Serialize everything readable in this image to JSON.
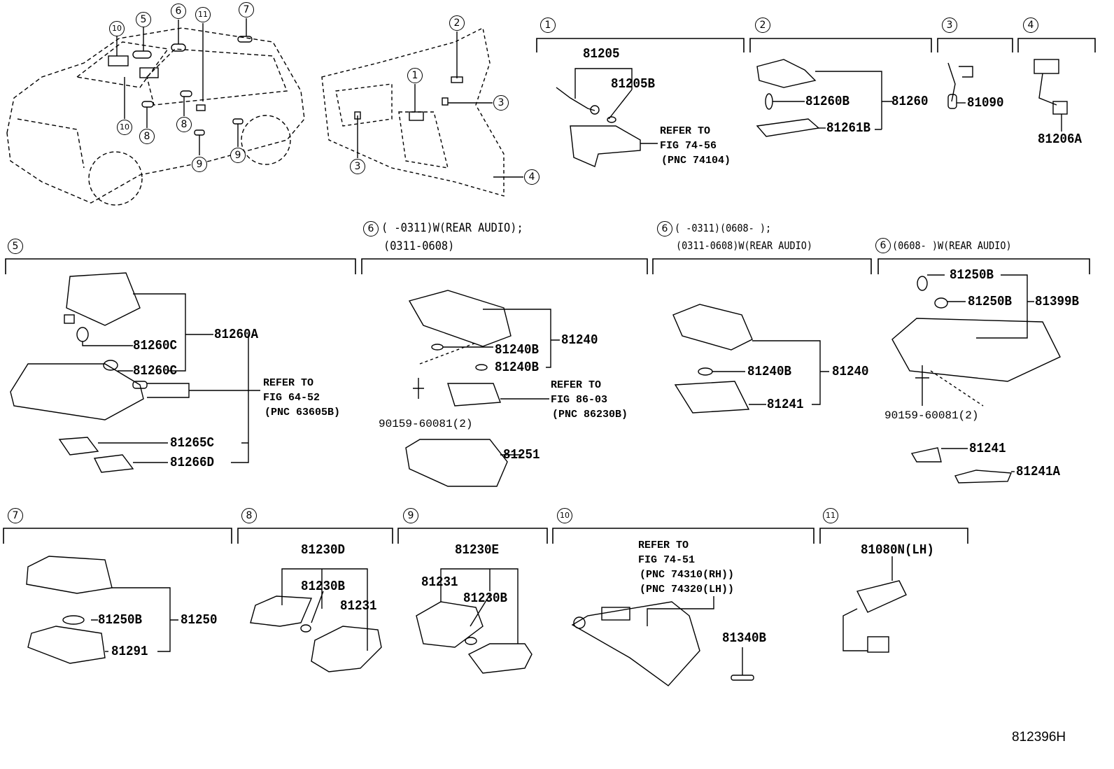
{
  "diagram_code": "812396H",
  "overview": {
    "car_callouts": [
      "10",
      "5",
      "6",
      "11",
      "7",
      "10",
      "8",
      "8",
      "9",
      "9"
    ],
    "dash_callouts": [
      "2",
      "1",
      "3",
      "3",
      "4"
    ]
  },
  "sections": {
    "s1": {
      "marker": "1"
    },
    "s2": {
      "marker": "2"
    },
    "s3": {
      "marker": "3"
    },
    "s4": {
      "marker": "4"
    },
    "s5": {
      "marker": "5"
    },
    "s6a": {
      "marker": "6",
      "line1": "(     -0311)W(REAR AUDIO);",
      "line2": "(0311-0608)"
    },
    "s6b": {
      "marker": "6",
      "line1": "(     -0311)(0608-     );",
      "line2": "(0311-0608)W(REAR AUDIO)"
    },
    "s6c": {
      "marker": "6",
      "line1": "(0608-     )W(REAR AUDIO)"
    },
    "s7": {
      "marker": "7"
    },
    "s8": {
      "marker": "8"
    },
    "s9": {
      "marker": "9"
    },
    "s10": {
      "marker": "10"
    },
    "s11": {
      "marker": "11"
    }
  },
  "parts": {
    "s1": [
      "81205",
      "81205B"
    ],
    "s1_ref": [
      "REFER TO",
      "FIG 74-56",
      "(PNC 74104)"
    ],
    "s2": [
      "81260B",
      "81260",
      "81261B"
    ],
    "s3": [
      "81090"
    ],
    "s4": [
      "81206A"
    ],
    "s5": [
      "81260A",
      "81260C",
      "81260C",
      "81265C",
      "81266D"
    ],
    "s5_ref": [
      "REFER TO",
      "FIG 64-52",
      "(PNC 63605B)"
    ],
    "s6a": [
      "81240",
      "81240B",
      "81240B",
      "90159-60081(2)",
      "81251"
    ],
    "s6a_ref": [
      "REFER TO",
      "FIG 86-03",
      "(PNC 86230B)"
    ],
    "s6b": [
      "81240B",
      "81240",
      "81241"
    ],
    "s6c": [
      "81250B",
      "81250B",
      "81399B",
      "90159-60081(2)",
      "81241",
      "81241A"
    ],
    "s7": [
      "81250",
      "81250B",
      "81291"
    ],
    "s8": [
      "81230D",
      "81230B",
      "81231"
    ],
    "s9": [
      "81230E",
      "81231",
      "81230B"
    ],
    "s10_ref": [
      "REFER TO",
      "FIG 74-51",
      "(PNC 74310(RH))",
      "(PNC 74320(LH))"
    ],
    "s10": [
      "81340B"
    ],
    "s11": [
      "81080N(LH)"
    ]
  }
}
